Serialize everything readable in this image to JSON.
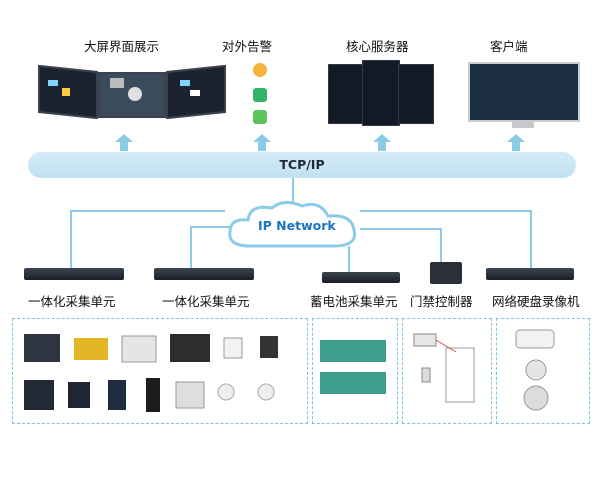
{
  "top_labels": {
    "big_screen": "大屏界面展示",
    "external_alarm": "对外告警",
    "core_server": "核心服务器",
    "client": "客户端"
  },
  "bus": {
    "tcpip": "TCP/IP"
  },
  "cloud": {
    "label": "IP Network"
  },
  "bottom_labels": {
    "collect_unit_1": "一体化采集单元",
    "collect_unit_2": "一体化采集单元",
    "battery_collect_unit": "蓄电池采集单元",
    "access_controller": "门禁控制器",
    "nvr": "网络硬盘录像机"
  },
  "colors": {
    "accent": "#8ccbe8",
    "bus_fill": "#c8e7f5",
    "dash": "#7ec2e4"
  }
}
